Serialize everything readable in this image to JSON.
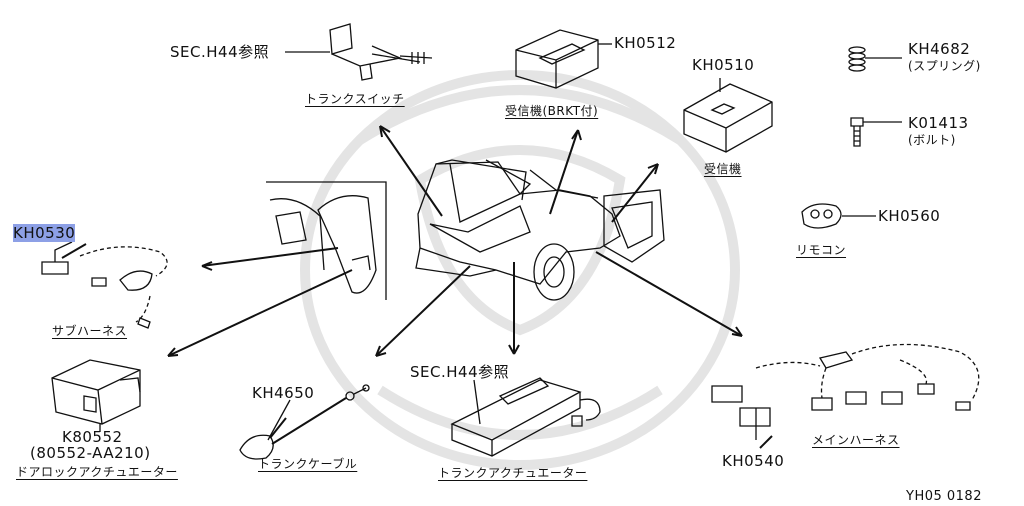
{
  "labels": {
    "sec_h44_top": "SEC.H44参照",
    "trunk_switch": "トランクスイッチ",
    "kh0512": "KH0512",
    "receiver_bracket": "受信機(BRKT付)",
    "kh0510": "KH0510",
    "receiver": "受信機",
    "kh4682": "KH4682",
    "spring": "(スプリング)",
    "k01413": "K01413",
    "bolt": "(ボルト)",
    "kh0560": "KH0560",
    "remote": "リモコン",
    "kh0530": "KH0530",
    "sub_harness": "サブハーネス",
    "k80552": "K80552",
    "k80552_alt": "(80552-AA210)",
    "door_lock_actuator": "ドアロックアクチュエーター",
    "kh4650": "KH4650",
    "trunk_cable": "トランクケーブル",
    "sec_h44_bottom": "SEC.H44参照",
    "trunk_actuator": "トランクアクチュエーター",
    "kh0540": "KH0540",
    "main_harness": "メインハーネス",
    "diagram_code": "YH05  0182"
  },
  "colors": {
    "line": "#111111",
    "highlight": "#8da0e6",
    "watermark": "#e4e4e4"
  }
}
